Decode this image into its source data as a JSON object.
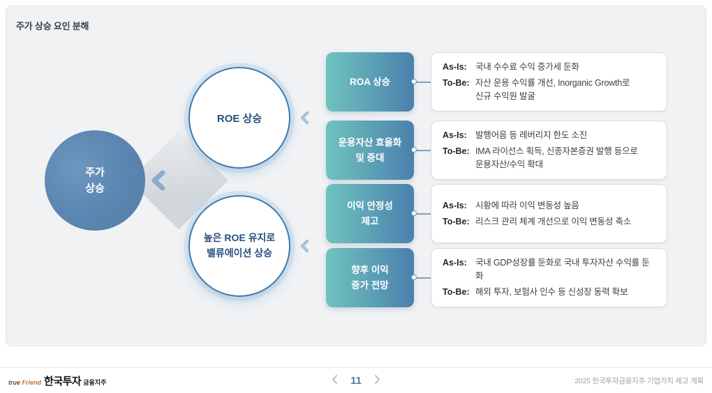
{
  "title": "주가 상승 요인 분해",
  "diagram": {
    "outcome_circle": "주가\n상승",
    "driver_circles": [
      "ROE 상승",
      "높은 ROE 유지로\n밸류에이션 상승"
    ],
    "as_is_label": "As-Is:",
    "to_be_label": "To-Be:",
    "factors": [
      {
        "label": "ROA 상승",
        "as_is": "국내 수수료 수익 증가세 둔화",
        "to_be": "자산 운용 수익률 개선, Inorganic Growth로\n신규 수익원 발굴"
      },
      {
        "label": "운용자산 효율화\n및 증대",
        "as_is": "발행어음 등 레버리지 한도 소진",
        "to_be": "IMA 라이선스 획득, 신종자본증권 발행 등으로\n운용자산/수익 확대"
      },
      {
        "label": "이익 안정성\n제고",
        "as_is": "시황에 따라 이익 변동성 높음",
        "to_be": "리스크 관리 체계 개선으로 이익 변동성 축소"
      },
      {
        "label": "향후 이익\n증가 전망",
        "as_is": "국내 GDP성장률 둔화로 국내 투자자산 수익률 둔화",
        "to_be": "해외 투자, 보험사 인수 등 신성장 동력 확보"
      }
    ]
  },
  "footer": {
    "logo_tagline_true": "true ",
    "logo_tagline_friend": "Friend",
    "logo_brand": "한국투자",
    "logo_suffix": "금융지주",
    "page_number": "11",
    "caption": "2025 한국투자금융지주 기업가치 제고 계획"
  },
  "colors": {
    "slide_background": "#f0f2f4",
    "factor_gradient_start": "#6fc3be",
    "factor_gradient_end": "#4b80ad",
    "outcome_circle_fill": "#5b87b2",
    "driver_circle_border": "#4179ab",
    "driver_circle_text": "#27507c",
    "connector": "#7da0c4",
    "page_number_text": "#56799f",
    "logo_brown": "#6e4a30",
    "logo_orange": "#c0703c"
  }
}
